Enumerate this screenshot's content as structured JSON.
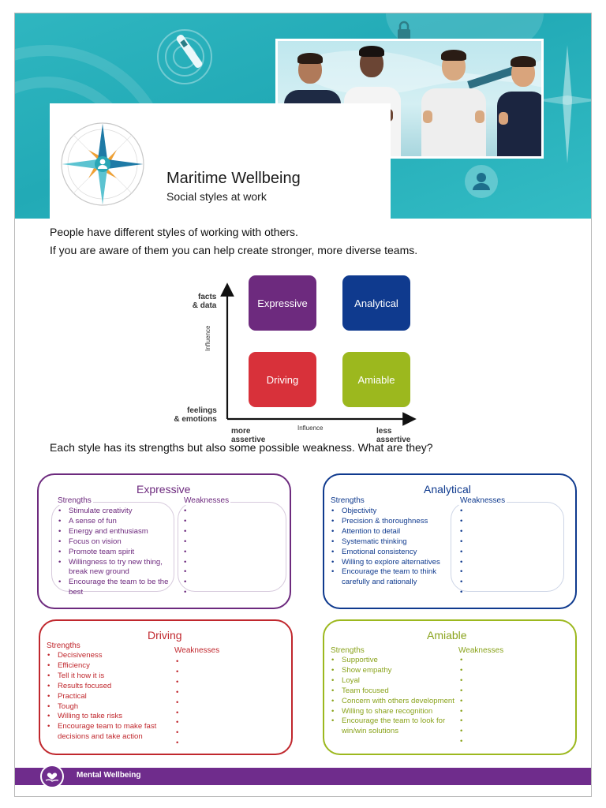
{
  "header": {
    "title": "Maritime Wellbeing",
    "subtitle": "Social styles at work"
  },
  "intro": {
    "line1": "People have different styles of working with others.",
    "line2": "If you are aware of them you can help create stronger, more diverse teams."
  },
  "quadrant": {
    "y_top": "facts\n& data",
    "y_top_1": "facts",
    "y_top_2": "& data",
    "y_bottom_1": "feelings",
    "y_bottom_2": "& emotions",
    "x_left_1": "more",
    "x_left_2": "assertive",
    "x_right_1": "less",
    "x_right_2": "assertive",
    "y_axis_label": "Influence",
    "x_axis_label": "Influence",
    "tiles": {
      "expressive": "Expressive",
      "analytical": "Analytical",
      "driving": "Driving",
      "amiable": "Amiable"
    },
    "colors": {
      "expressive": "#6d2a7e",
      "analytical": "#0f3a8e",
      "driving": "#d8313a",
      "amiable": "#9cb81e"
    }
  },
  "question": "Each style has its strengths but also some possible weakness. What are they?",
  "styles": {
    "expressive": {
      "title": "Expressive",
      "strengths_label": "Strengths",
      "weaknesses_label": "Weaknesses",
      "strengths": [
        "Stimulate creativity",
        "A sense of fun",
        "Energy and enthusiasm",
        "Focus on vision",
        "Promote team spirit",
        "Willingness to try new thing, break new ground",
        "Encourage the team to be the best"
      ],
      "color": "#6d2a7e"
    },
    "analytical": {
      "title": "Analytical",
      "strengths_label": "Strengths",
      "weaknesses_label": "Weaknesses",
      "strengths": [
        "Objectivity",
        "Precision & thoroughness",
        "Attention to detail",
        "Systematic thinking",
        "Emotional consistency",
        "Willing to explore alternatives",
        "Encourage the team to think carefully and rationally"
      ],
      "color": "#0f3a8e"
    },
    "driving": {
      "title": "Driving",
      "strengths_label": "Strengths",
      "weaknesses_label": "Weaknesses",
      "strengths": [
        "Decisiveness",
        "Efficiency",
        "Tell it how it is",
        "Results focused",
        "Practical",
        "Tough",
        "Willing to take risks",
        "Encourage team to make fast decisions and take action"
      ],
      "color": "#c0272d"
    },
    "amiable": {
      "title": "Amiable",
      "strengths_label": "Strengths",
      "weaknesses_label": "Weaknesses",
      "strengths": [
        "Supportive",
        "Show empathy",
        "Loyal",
        "Team focused",
        "Concern with others development",
        "Willing to share recognition",
        "Encourage the team to look for win/win solutions"
      ],
      "color": "#8aa31c"
    }
  },
  "footer": {
    "label": "Mental Wellbeing",
    "icon": "hand-heart-icon"
  }
}
